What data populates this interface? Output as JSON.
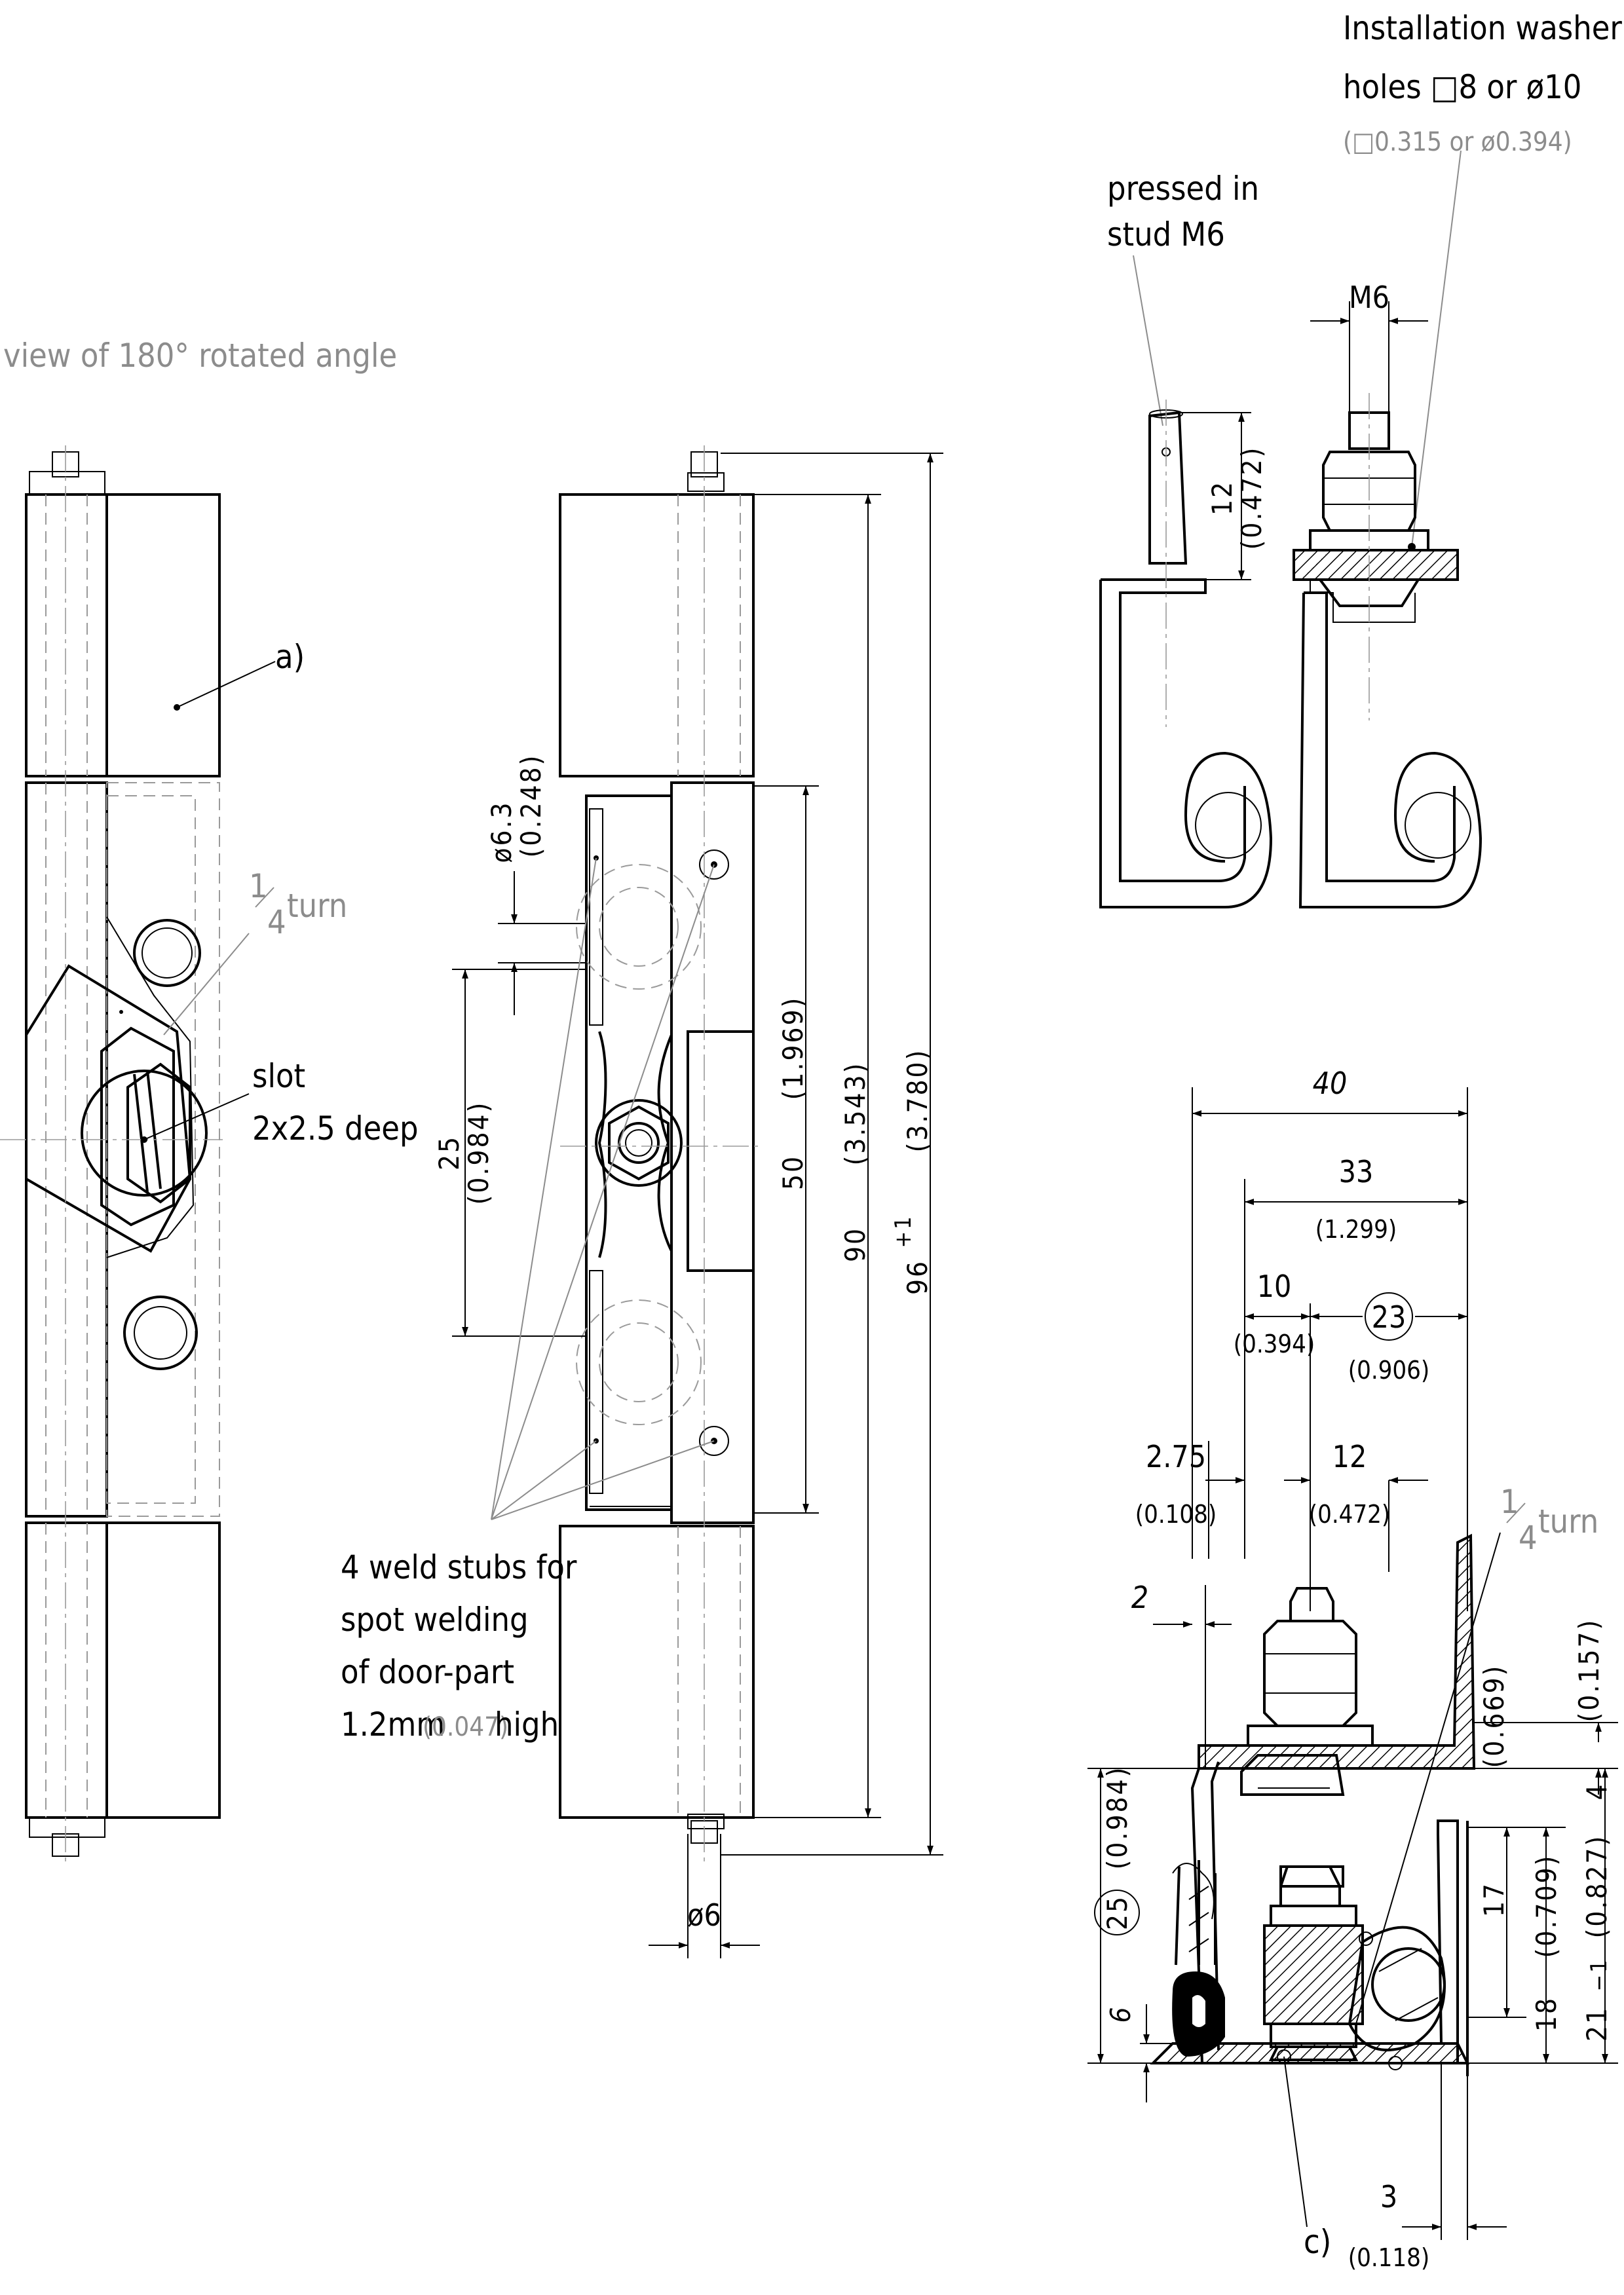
{
  "labels": {
    "rotated_view": "view of 180° rotated angle",
    "callout_a": "a)",
    "quarter_num": "1",
    "quarter_den": "4",
    "quarter_turn": "turn",
    "slot_line1": "slot",
    "slot_line2": "2x2.5 deep",
    "weld_line1": "4 weld stubs for",
    "weld_line2": "spot welding",
    "weld_line3": "of door-part",
    "weld_line4a": "1.2mm",
    "weld_line4b": "(0.047)",
    "weld_line4c": "high",
    "pressed_line1": "pressed in",
    "pressed_line2": "stud M6",
    "washer_line1": "Installation washer for",
    "washer_line2": "holes □8 or ø10",
    "washer_line3": "(□0.315 or ø0.394)",
    "callout_c": "c)"
  },
  "dims": {
    "d63": "ø6.3",
    "d63_in": "(0.248)",
    "d25": "25",
    "d25_in": "(0.984)",
    "d50": "50",
    "d50_in": "(1.969)",
    "d90": "90",
    "d90_in": "(3.543)",
    "d96": "96",
    "d96_tol": "+1",
    "d96_in": "(3.780)",
    "d6": "ø6",
    "d12": "12",
    "d12_in": "(0.472)",
    "m6": "M6",
    "d40": "40",
    "d33": "33",
    "d33_in": "(1.299)",
    "d10": "10",
    "d10_in": "(0.394)",
    "d23": "23",
    "d23_in": "(0.906)",
    "d275": "2.75",
    "d275_in": "(0.108)",
    "d12b": "12",
    "d12b_in": "(0.472)",
    "d2": "2",
    "d157_in": "(0.157)",
    "d4": "4",
    "d669_in": "(0.669)",
    "d17": "17",
    "d18": "18",
    "d709_in": "(0.709)",
    "d21": "21",
    "d21_tol": "−1",
    "d827_in": "(0.827)",
    "d25b": "25",
    "d984b_in": "(0.984)",
    "d6b": "6",
    "d3": "3",
    "d3_in": "(0.118)"
  }
}
